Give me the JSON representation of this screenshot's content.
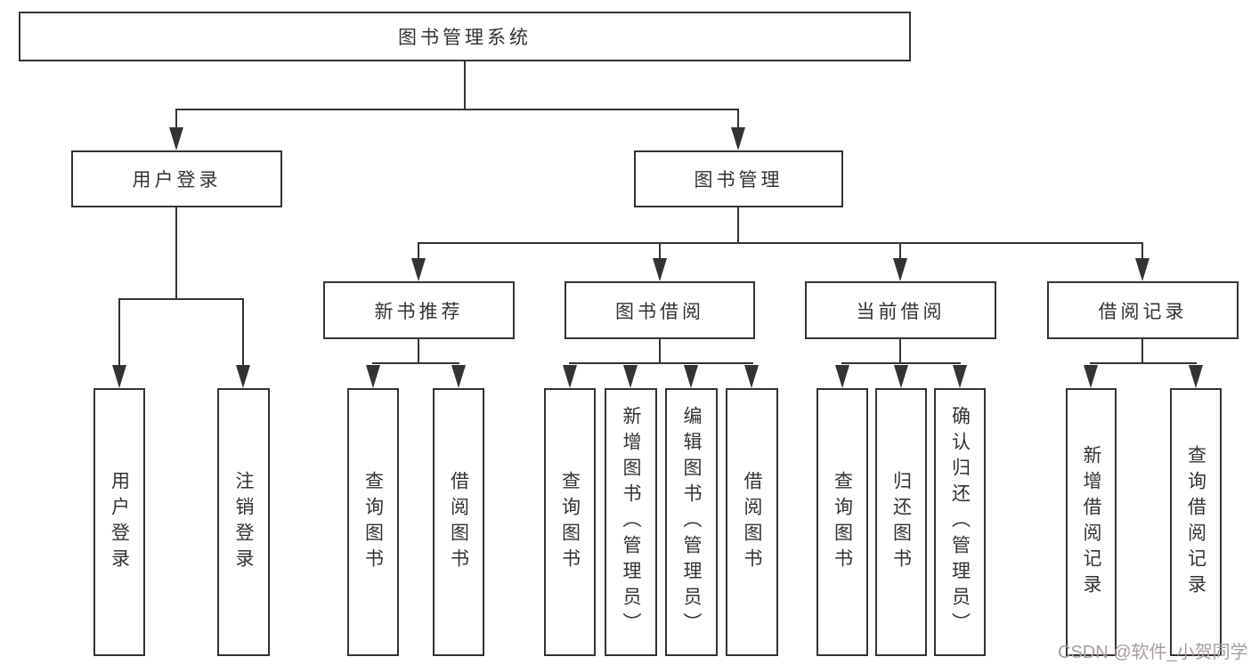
{
  "nodes": {
    "root": {
      "label": "图书管理系统"
    },
    "level2": [
      {
        "label": "用户登录"
      },
      {
        "label": "图书管理"
      }
    ],
    "level3": [
      {
        "label": "新书推荐"
      },
      {
        "label": "图书借阅"
      },
      {
        "label": "当前借阅"
      },
      {
        "label": "借阅记录"
      }
    ],
    "leaves": [
      {
        "label": "用户登录"
      },
      {
        "label": "注销登录"
      },
      {
        "label": "查询图书"
      },
      {
        "label": "借阅图书"
      },
      {
        "label": "查询图书"
      },
      {
        "label": "新增图书（管理员）"
      },
      {
        "label": "编辑图书（管理员）"
      },
      {
        "label": "借阅图书"
      },
      {
        "label": "查询图书"
      },
      {
        "label": "归还图书"
      },
      {
        "label": "确认归还（管理员）"
      },
      {
        "label": "新增借阅记录"
      },
      {
        "label": "查询借阅记录"
      }
    ]
  },
  "colors": {
    "line": "#333333",
    "text": "#333333",
    "box_background": "#ffffff",
    "watermark": "#a79d9f"
  },
  "watermark": {
    "text": "CSDN @软件_小贺同学"
  }
}
